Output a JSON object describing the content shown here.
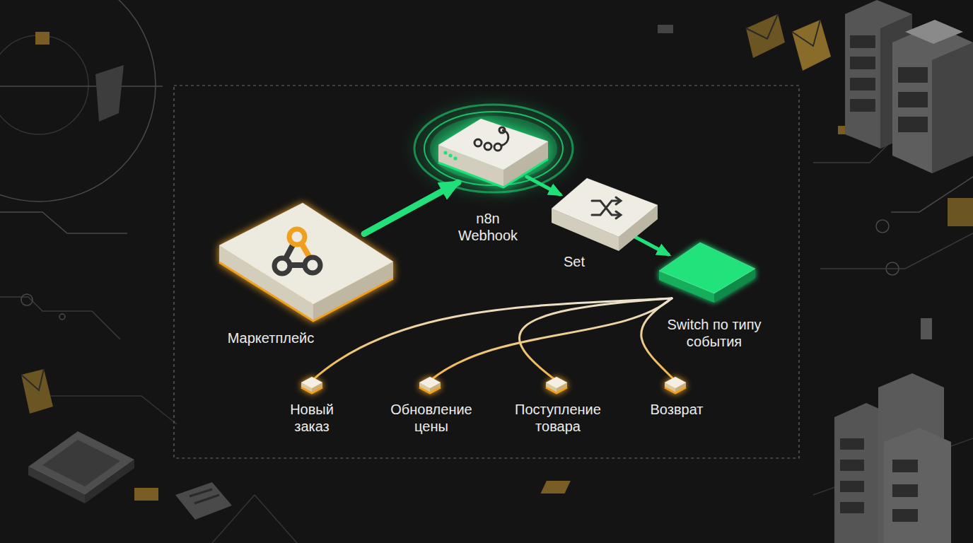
{
  "diagram": {
    "nodes": [
      {
        "text": [
          "Маркетплейс"
        ]
      },
      {
        "text": [
          "n8n Webhook"
        ]
      },
      {
        "text": [
          "Set"
        ]
      },
      {
        "text": [
          "Switch по типу события"
        ]
      },
      {
        "text": [
          "Новый заказ"
        ]
      },
      {
        "text": [
          "Обновление цены"
        ]
      },
      {
        "text": [
          "Поступление товара"
        ]
      },
      {
        "text": [
          "Возврат"
        ]
      }
    ],
    "edges": [
      {
        "from": 0,
        "to": 1,
        "arrow": "to"
      },
      {
        "from": 1,
        "to": 2,
        "arrow": "to"
      },
      {
        "from": 2,
        "to": 3,
        "arrow": "to"
      },
      {
        "from": 3,
        "to": 4,
        "arrow": "none"
      },
      {
        "from": 3,
        "to": 5,
        "arrow": "none"
      },
      {
        "from": 3,
        "to": 6,
        "arrow": "none"
      },
      {
        "from": 3,
        "to": 7,
        "arrow": "none"
      }
    ]
  }
}
